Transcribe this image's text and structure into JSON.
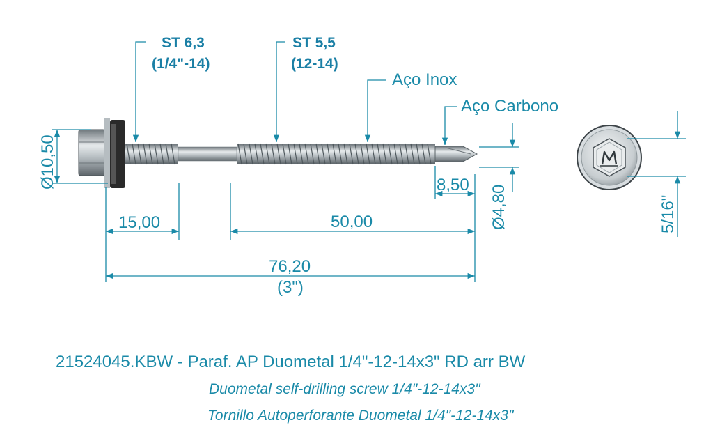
{
  "callouts": {
    "st63_line1": "ST 6,3",
    "st63_line2": "(1/4\"-14)",
    "st55_line1": "ST 5,5",
    "st55_line2": "(12-14)",
    "aco_inox": "Aço Inox",
    "aco_carbono": "Aço Carbono"
  },
  "dimensions": {
    "head_diameter": "Ø10,50",
    "tip_length": "8,50",
    "shank_diameter": "Ø4,80",
    "unthreaded_length": "15,00",
    "thread_length": "50,00",
    "total_length": "76,20",
    "total_length_inch": "(3\")",
    "hex_size": "5/16\""
  },
  "caption": {
    "code_line": "21524045.KBW - Paraf. AP Duometal 1/4\"-12-14x3\" RD arr BW",
    "english": "Duometal self-drilling screw 1/4\"-12-14x3\"",
    "spanish": "Tornillo Autoperforante Duometal 1/4\"-12-14x3\""
  },
  "colors": {
    "dimension_blue": "#1a8aa8",
    "steel": "#9aa3a8"
  }
}
